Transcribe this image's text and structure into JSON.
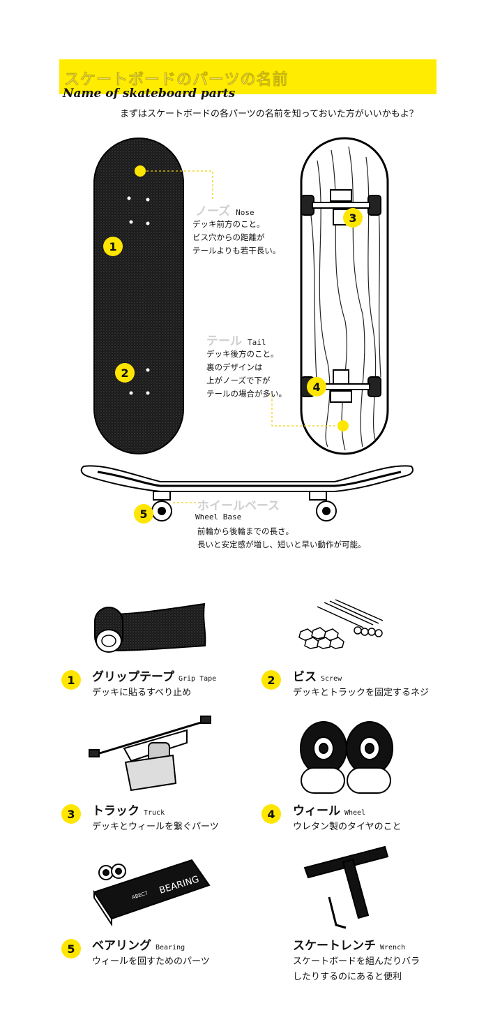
{
  "header": {
    "title_jp": "スケートボードのパーツの名前",
    "title_en": "Name of skateboard parts",
    "intro": "まずはスケートボードの各パーツの名前を知っておいた方がいいかもよ？"
  },
  "diagram": {
    "nose": {
      "label_jp": "ノーズ",
      "label_en": "Nose",
      "desc": "デッキ前方のこと。\nビス穴からの距離が\nテールよりも若干長い。"
    },
    "tail": {
      "label_jp": "テール",
      "label_en": "Tail",
      "desc": "デッキ後方のこと。\n裏のデザインは\n上がノーズで下が\nテールの場合が多い。"
    },
    "wheelbase": {
      "label_jp": "ホイールベース",
      "label_en": "Wheel Base",
      "desc": "前輪から後輪までの長さ。\n長いと安定感が増し、短いと早い動作が可能。"
    },
    "markers": [
      "1",
      "2",
      "3",
      "4",
      "5"
    ]
  },
  "parts": [
    {
      "num": "1",
      "name": "グリップテープ",
      "en": "Grip Tape",
      "desc": "デッキに貼るすべり止め"
    },
    {
      "num": "2",
      "name": "ビス",
      "en": "Screw",
      "desc": "デッキとトラックを固定するネジ"
    },
    {
      "num": "3",
      "name": "トラック",
      "en": "Truck",
      "desc": "デッキとウィールを繋ぐパーツ"
    },
    {
      "num": "4",
      "name": "ウィール",
      "en": "Wheel",
      "desc": "ウレタン製のタイヤのこと"
    },
    {
      "num": "5",
      "name": "ベアリング",
      "en": "Bearing",
      "desc": "ウィールを回すためのパーツ"
    },
    {
      "num": "",
      "name": "スケートレンチ",
      "en": "Wrench",
      "desc": "スケートボードを組んだりバラ\nしたりするのにあると便利"
    }
  ],
  "box_text": {
    "brand": "ABEC7",
    "label": "BEARING"
  },
  "colors": {
    "accent": "#ffe600",
    "banner": "#ffec00"
  }
}
